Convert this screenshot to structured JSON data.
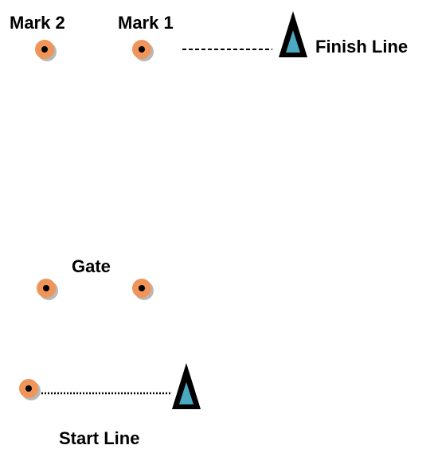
{
  "labels": {
    "mark2": "Mark 2",
    "mark1": "Mark 1",
    "finish_line": "Finish Line",
    "gate": "Gate",
    "start_line": "Start Line"
  },
  "colors": {
    "buoy_fill": "#f0955a",
    "buoy_shadow": "#b8b8b8",
    "buoy_center": "#000000",
    "flag_outer": "#000000",
    "flag_inner": "#4aa8c0",
    "line": "#000000"
  },
  "icons": {
    "buoy": "buoy-icon",
    "committee_boat": "triangle-marker-icon"
  }
}
